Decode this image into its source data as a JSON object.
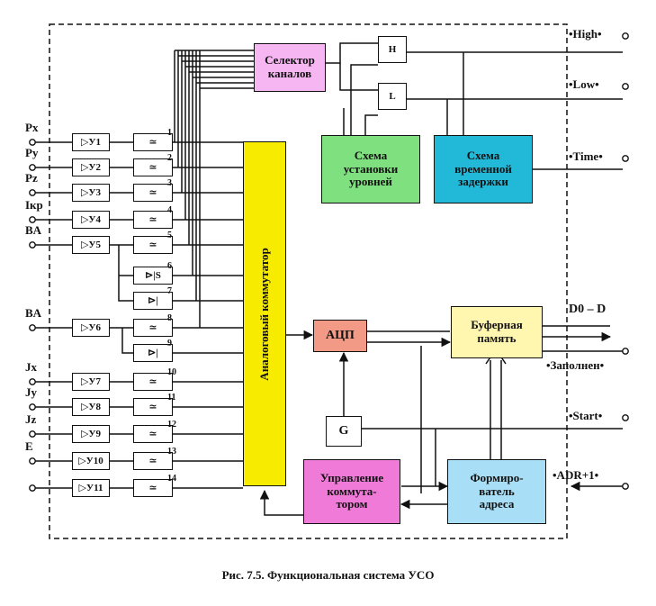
{
  "diagram": {
    "selector": "Селектор\nканалов",
    "level_scheme": "Схема\nустановки\nуровней",
    "delay_scheme": "Схема\nвременной\nзадержки",
    "commutator": "Аналоговый коммутатор",
    "adc": "АЦП",
    "buffer": "Буферная\nпамять",
    "generator": "G",
    "control": "Управление\nкоммута-\nтором",
    "address": "Формиро-\nватель\nадреса",
    "comparator_high": "H",
    "comparator_low": "L",
    "inputs": [
      "Px",
      "Py",
      "Pz",
      "Iкр",
      "BA",
      "BA",
      "Jx",
      "Jy",
      "Jz",
      "E"
    ],
    "amplifiers": [
      "У1",
      "У2",
      "У3",
      "У4",
      "У5",
      "У6",
      "У7",
      "У8",
      "У9",
      "У10",
      "У11"
    ],
    "channel_numbers": [
      "1",
      "2",
      "3",
      "4",
      "5",
      "6",
      "7",
      "8",
      "9",
      "10",
      "11",
      "12",
      "13",
      "14"
    ],
    "s_label": "S",
    "outputs": {
      "high": "•High•",
      "low": "•Low•",
      "time": "•Time•",
      "data": "D0 – D",
      "full": "•Заполнен•",
      "start": "•Start•",
      "adr": "•ADR+1•"
    }
  },
  "caption": "Рис. 7.5. Функциональная система УСО",
  "colors": {
    "selector": "#f6b6f1",
    "level_scheme": "#7fe07f",
    "delay_scheme": "#22b8d8",
    "commutator": "#f7ec00",
    "adc": "#f39a86",
    "buffer": "#fff6b0",
    "control": "#f07ad8",
    "address": "#a8dff6"
  }
}
